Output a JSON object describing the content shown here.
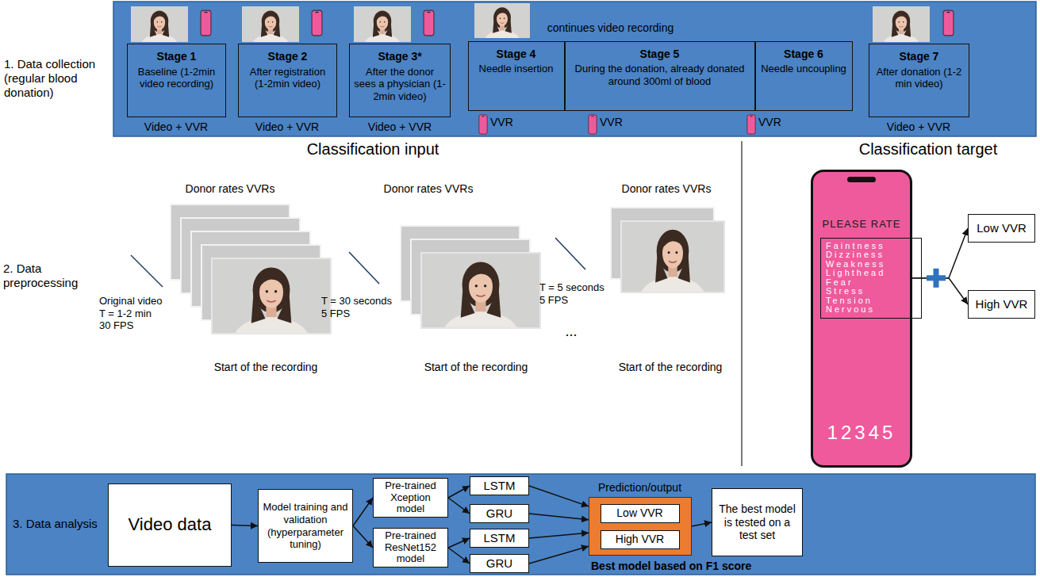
{
  "diagram": {
    "nodes": [
      {
        "text": [
          "1. Data collection (regular blood donation)"
        ]
      },
      {
        "text": [
          "Stage 1",
          "Baseline (1-2min video recording)"
        ],
        "in": 0
      },
      {
        "text": [
          "Stage 2",
          "After registration (1-2min video)"
        ],
        "in": 0
      },
      {
        "text": [
          "Stage 3*",
          "After the donor sees a physician (1-2min video)"
        ],
        "in": 0
      },
      {
        "text": [
          "continues video recording"
        ],
        "in": 0
      },
      {
        "text": [
          "Stage 4",
          "Needle insertion"
        ],
        "in": 4
      },
      {
        "text": [
          "Stage 5",
          "During the donation, already donated around 300ml of blood"
        ],
        "in": 4
      },
      {
        "text": [
          "Stage 6",
          "Needle uncoupling"
        ],
        "in": 4
      },
      {
        "text": [
          "Stage 7",
          "After donation (1-2 min video)"
        ],
        "in": 0
      },
      {
        "text": [
          "PLEASE RATE",
          "Faintness Dizziness Weakness Lighthead Fear Stress Tension Nervous",
          "12345"
        ]
      },
      {
        "text": [
          "Low VVR"
        ]
      },
      {
        "text": [
          "High VVR"
        ]
      },
      {
        "text": [
          "3. Data analysis",
          "Best model based on F1 score"
        ]
      },
      {
        "text": [
          "Video data"
        ],
        "in": 12
      },
      {
        "text": [
          "Model training and validation (hyperparameter tuning)"
        ],
        "in": 12
      },
      {
        "text": [
          "Pre-trained Xception model"
        ],
        "in": 12
      },
      {
        "text": [
          "Pre-trained ResNet152 model"
        ],
        "in": 12
      },
      {
        "text": [
          "LSTM"
        ],
        "in": 12
      },
      {
        "text": [
          "GRU"
        ],
        "in": 12
      },
      {
        "text": [
          "LSTM"
        ],
        "in": 12
      },
      {
        "text": [
          "GRU"
        ],
        "in": 12
      },
      {
        "text": [
          "Prediction/output"
        ],
        "in": 12
      },
      {
        "text": [
          "Low VVR"
        ],
        "in": 21
      },
      {
        "text": [
          "High VVR"
        ],
        "in": 21
      },
      {
        "text": [
          "The best model is tested on a test set"
        ],
        "in": 12
      }
    ],
    "edges": [
      {
        "from": 9,
        "to": 10,
        "arrow": "to"
      },
      {
        "from": 9,
        "to": 11,
        "arrow": "to"
      },
      {
        "from": 13,
        "to": 14,
        "arrow": "to"
      },
      {
        "from": 14,
        "to": 15,
        "arrow": "to"
      },
      {
        "from": 14,
        "to": 16,
        "arrow": "to"
      },
      {
        "from": 15,
        "to": 17,
        "arrow": "to"
      },
      {
        "from": 15,
        "to": 18,
        "arrow": "to"
      },
      {
        "from": 16,
        "to": 19,
        "arrow": "to"
      },
      {
        "from": 16,
        "to": 20,
        "arrow": "to"
      },
      {
        "from": 17,
        "to": 21,
        "arrow": "to"
      },
      {
        "from": 18,
        "to": 21,
        "arrow": "to"
      },
      {
        "from": 19,
        "to": 21,
        "arrow": "to"
      },
      {
        "from": 20,
        "to": 21,
        "arrow": "to"
      },
      {
        "from": 21,
        "to": 24,
        "arrow": "to"
      }
    ],
    "labels": [
      "Video + VVR",
      "Video + VVR",
      "Video + VVR",
      "VVR",
      "VVR",
      "VVR",
      "Video + VVR",
      "Classification input",
      "Classification target",
      "2. Data preprocessing",
      "Donor rates VVRs",
      "Original video T = 1-2 min 30 FPS",
      "Start of the recording",
      "Donor rates VVRs",
      "T = 30 seconds 5 FPS",
      "Start of the recording",
      "...",
      "Donor rates VVRs",
      "T = 5 seconds 5 FPS",
      "Start of the recording"
    ]
  }
}
